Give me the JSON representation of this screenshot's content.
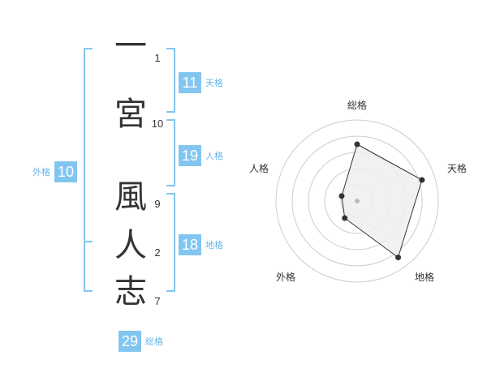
{
  "name_chars": [
    {
      "char": "一",
      "strokes": "1"
    },
    {
      "char": "宮",
      "strokes": "10"
    },
    {
      "char": "風",
      "strokes": "9"
    },
    {
      "char": "人",
      "strokes": "2"
    },
    {
      "char": "志",
      "strokes": "7"
    }
  ],
  "fortune": {
    "tenkaku": {
      "value": "11",
      "label": "天格"
    },
    "jinkaku": {
      "value": "19",
      "label": "人格"
    },
    "chikaku": {
      "value": "18",
      "label": "地格"
    },
    "gaikaku": {
      "value": "10",
      "label": "外格"
    },
    "soukaku": {
      "value": "29",
      "label": "総格"
    }
  },
  "radar": {
    "labels": {
      "top": "総格",
      "right": "天格",
      "bottom_right": "地格",
      "bottom_left": "外格",
      "left": "人格"
    },
    "levels": 5,
    "values": {
      "soukaku": 3.5,
      "tenkaku": 4.2,
      "chikaku": 4.3,
      "gaikaku": 1.3,
      "jinkaku": 1.0
    },
    "colors": {
      "grid": "#cccccc",
      "fill": "#eeeeee",
      "line": "#333333",
      "point": "#333333",
      "center": "#bbbbbb"
    }
  },
  "colors": {
    "accent": "#82c6f0",
    "accent_text": "#68b6e8",
    "bracket": "#82c6f0",
    "text": "#333333"
  }
}
